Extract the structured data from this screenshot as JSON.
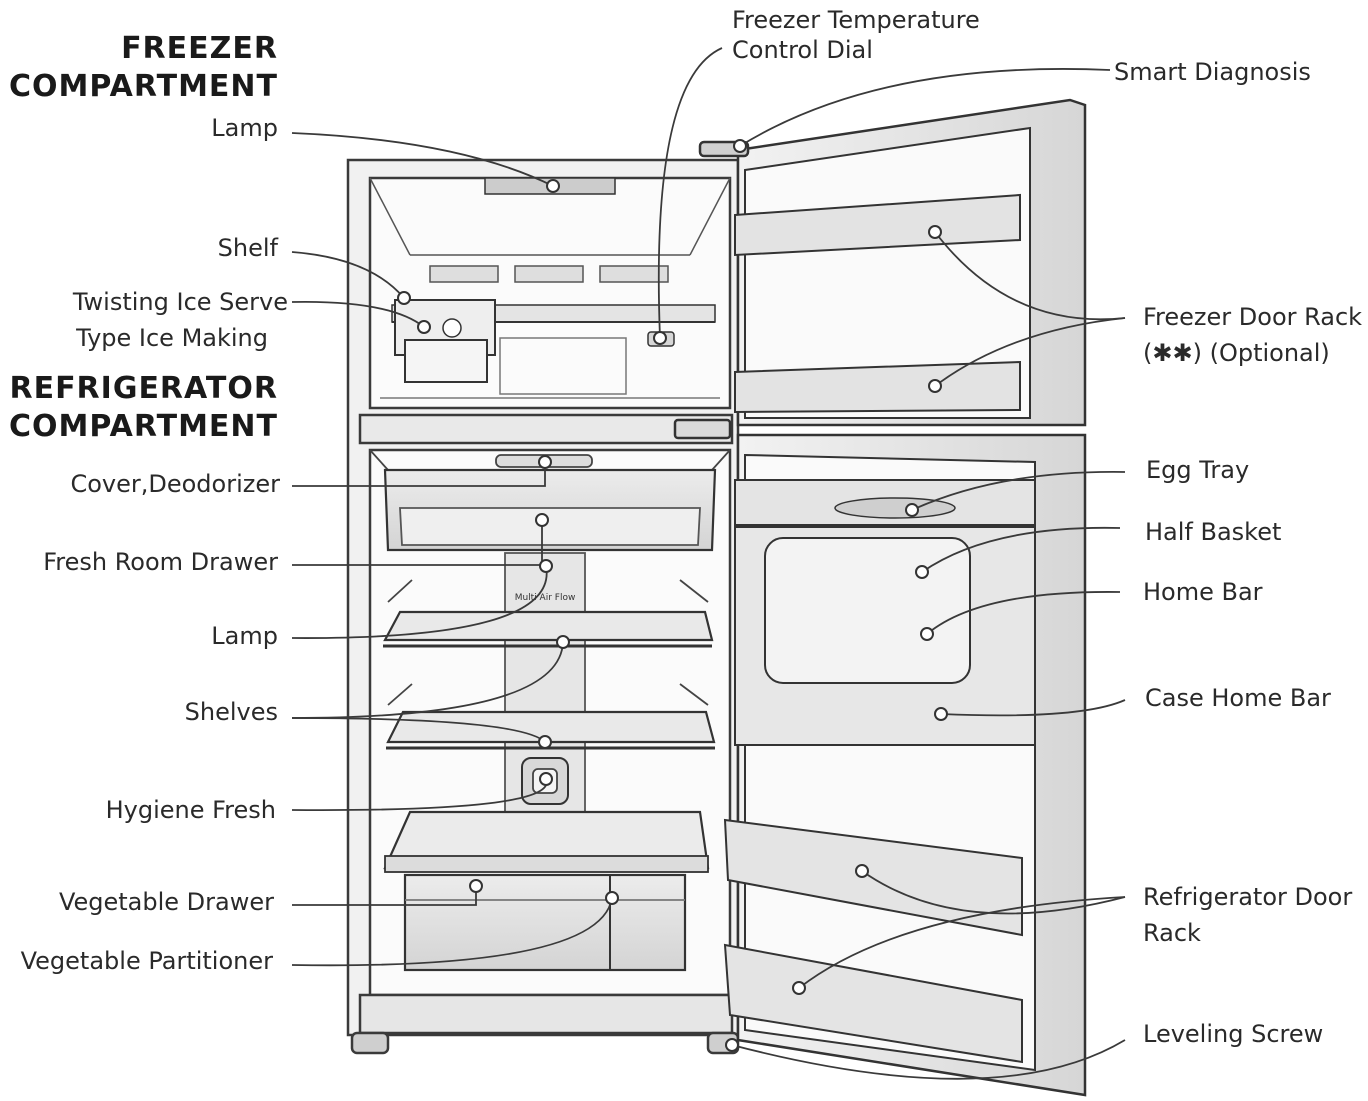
{
  "headings": {
    "freezer": [
      "FREEZER",
      "COMPARTMENT"
    ],
    "refrigerator": [
      "REFRIGERATOR",
      "COMPARTMENT"
    ]
  },
  "left_labels": {
    "lamp_top": "Lamp",
    "shelf": "Shelf",
    "twisting_1": "Twisting Ice Serve",
    "twisting_2": "Type Ice Making",
    "cover_deodorizer": "Cover,Deodorizer",
    "fresh_room_drawer": "Fresh Room Drawer",
    "lamp_fridge": "Lamp",
    "shelves": "Shelves",
    "hygiene_fresh": "Hygiene Fresh",
    "vegetable_drawer": "Vegetable Drawer",
    "vegetable_partitioner": "Vegetable Partitioner"
  },
  "right_labels": {
    "freezer_temp_1": "Freezer Temperature",
    "freezer_temp_2": "Control Dial",
    "smart_diagnosis": "Smart Diagnosis",
    "freezer_door_rack_1": "Freezer Door Rack",
    "freezer_door_rack_2": "(✱✱) (Optional)",
    "egg_tray": "Egg Tray",
    "half_basket": "Half Basket",
    "home_bar": "Home Bar",
    "case_home_bar": "Case Home Bar",
    "fridge_door_rack_1": "Refrigerator Door",
    "fridge_door_rack_2": "Rack",
    "leveling_screw": "Leveling Screw"
  },
  "multi_air_flow": "Multi Air Flow",
  "colors": {
    "line": "#3a3a3a",
    "fill_light": "#f4f4f4",
    "fill_mid": "#e2e2e2",
    "fill_dark": "#c8c8c8"
  }
}
